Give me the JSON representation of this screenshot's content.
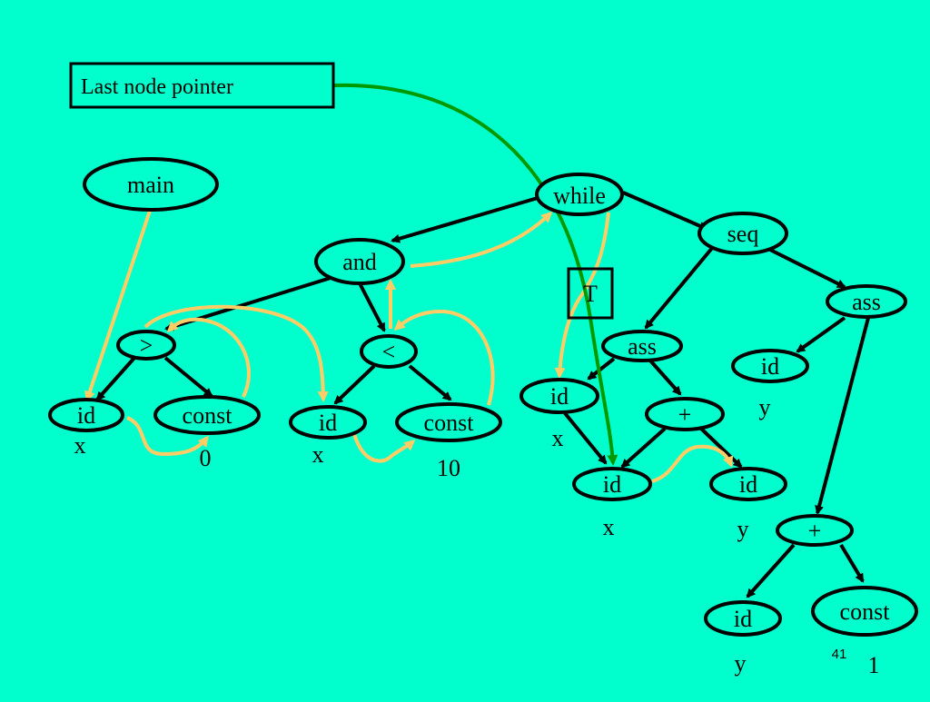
{
  "colors": {
    "background": "#00FFCC",
    "tree_edge": "#000000",
    "thread_edge": "#FFCC66",
    "pointer_edge": "#009900"
  },
  "pointer_box": {
    "label": "Last node pointer"
  },
  "marker_box": {
    "label": "T"
  },
  "nodes": {
    "main": "main",
    "while": "while",
    "and": "and",
    "seq": "seq",
    "gt": ">",
    "lt": "<",
    "ass1": "ass",
    "ass2": "ass",
    "id_x1": "id",
    "const_0": "const",
    "id_x2": "id",
    "const_10": "const",
    "id_cond": "id",
    "plus1": "+",
    "id_x3": "id",
    "id_y1": "id",
    "id_y2": "id",
    "plus2": "+",
    "id_y3": "id",
    "const_1": "const"
  },
  "values": {
    "x1": "x",
    "zero": "0",
    "x2": "x",
    "ten": "10",
    "x_cond": "x",
    "x3": "x",
    "y1": "y",
    "y2": "y",
    "y3": "y",
    "one": "1"
  },
  "page_number": "41"
}
